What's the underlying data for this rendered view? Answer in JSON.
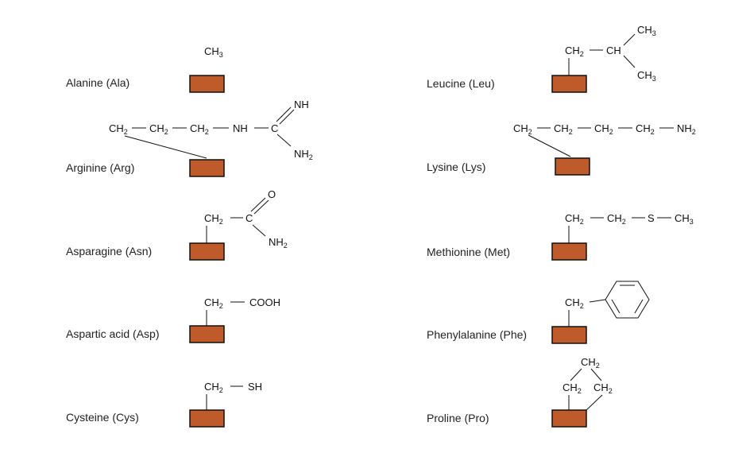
{
  "amino_acids": [
    {
      "name": "Alanine (Ala)",
      "side_chain": [
        "CH3"
      ]
    },
    {
      "name": "Arginine (Arg)",
      "side_chain": [
        "CH2",
        "CH2",
        "CH2",
        "NH",
        "C",
        "NH",
        "NH2"
      ]
    },
    {
      "name": "Asparagine (Asn)",
      "side_chain": [
        "CH2",
        "C",
        "O",
        "NH2"
      ]
    },
    {
      "name": "Aspartic acid (Asp)",
      "side_chain": [
        "CH2",
        "COOH"
      ]
    },
    {
      "name": "Cysteine (Cys)",
      "side_chain": [
        "CH2",
        "SH"
      ]
    },
    {
      "name": "Leucine (Leu)",
      "side_chain": [
        "CH2",
        "CH",
        "CH3",
        "CH3"
      ]
    },
    {
      "name": "Lysine (Lys)",
      "side_chain": [
        "CH2",
        "CH2",
        "CH2",
        "CH2",
        "NH2"
      ]
    },
    {
      "name": "Methionine (Met)",
      "side_chain": [
        "CH2",
        "CH2",
        "S",
        "CH3"
      ]
    },
    {
      "name": "Phenylalanine (Phe)",
      "side_chain": [
        "CH2",
        "benzene-ring"
      ]
    },
    {
      "name": "Proline (Pro)",
      "side_chain": [
        "CH2",
        "CH2",
        "CH2"
      ]
    }
  ],
  "colors": {
    "backbone_block": "#bf5b2a",
    "bond": "#111111"
  }
}
